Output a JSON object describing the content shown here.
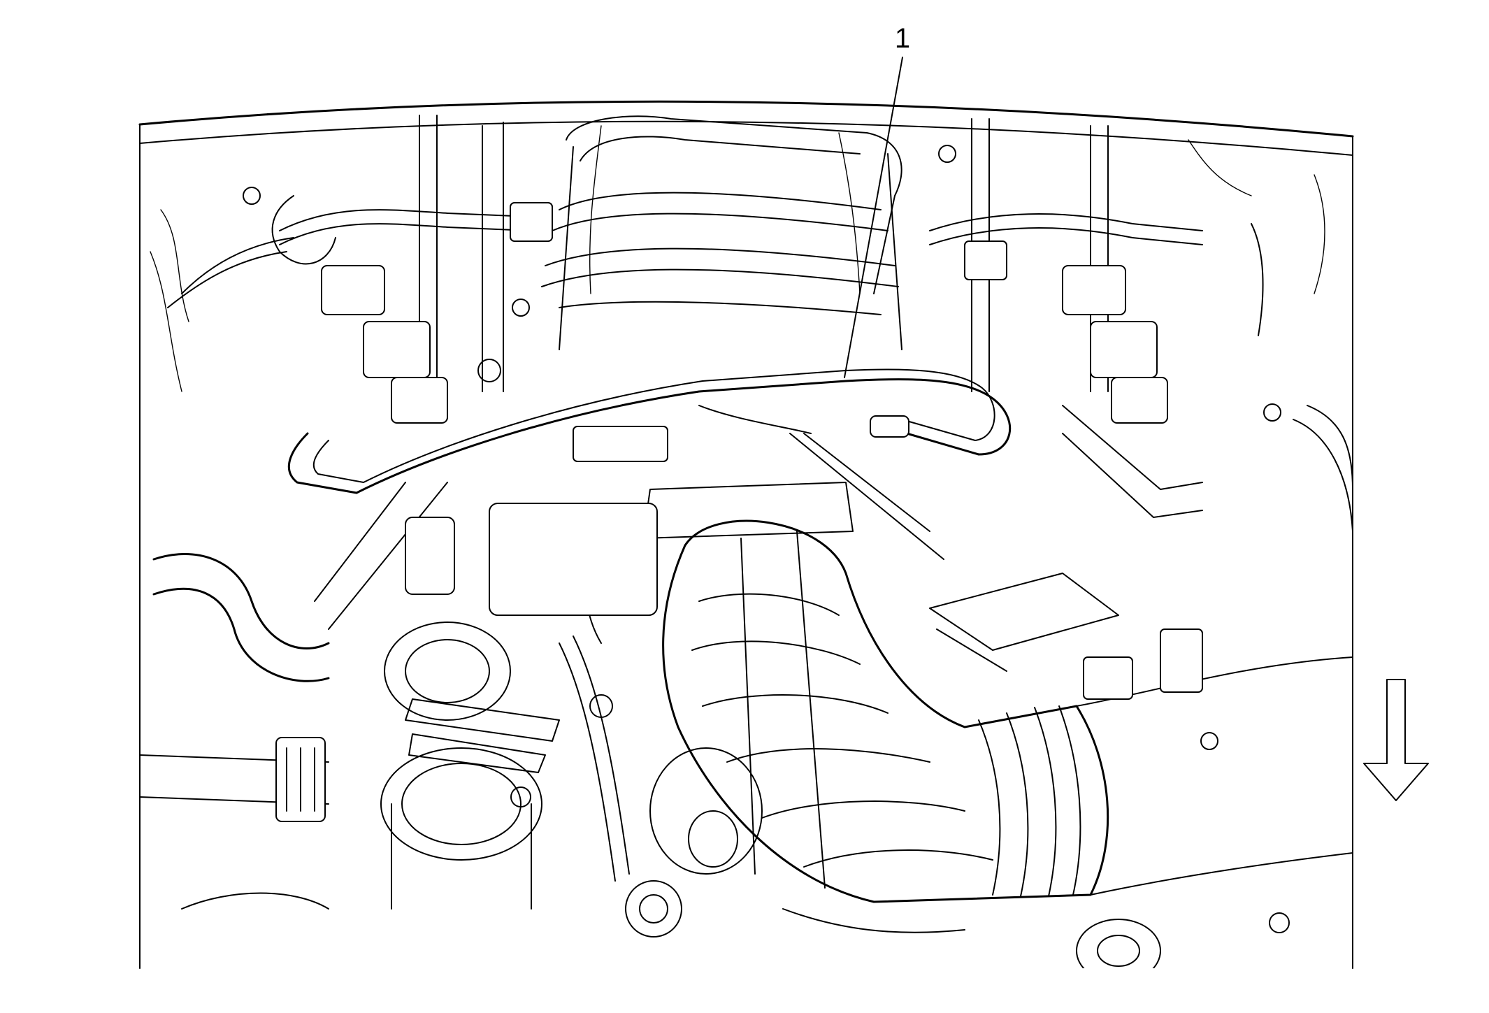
{
  "diagram": {
    "callouts": [
      {
        "id": "1",
        "label": "1"
      }
    ],
    "view_arrow": {
      "direction": "down",
      "icon": "down-arrow-icon"
    },
    "colors": {
      "line": "#000000",
      "background": "#ffffff"
    }
  }
}
